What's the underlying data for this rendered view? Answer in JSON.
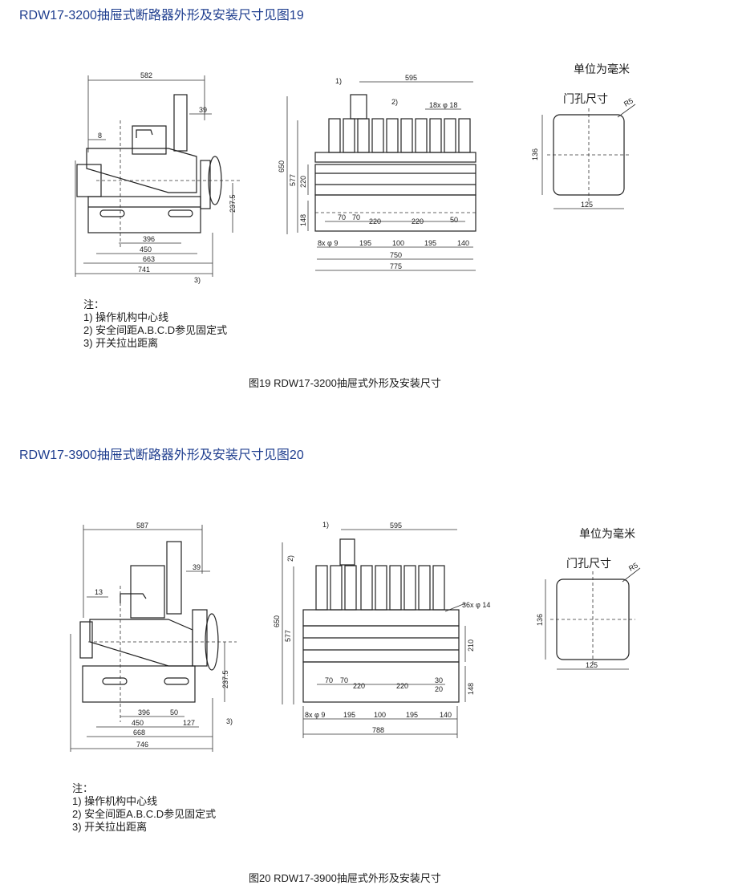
{
  "section1": {
    "title": "RDW17-3200抽屉式断路器外形及安装尺寸见图19",
    "unit": "单位为毫米",
    "door_label": "门孔尺寸",
    "notes": [
      "注：",
      "1) 操作机构中心线",
      "2) 安全间距A.B.C.D参见固定式",
      "3) 开关拉出距离"
    ],
    "caption": "图19  RDW17-3200抽屉式外形及安装尺寸",
    "side_dims": [
      "582",
      "39",
      "8",
      "237.5",
      "396",
      "450",
      "663",
      "741",
      "3)"
    ],
    "front_dims": [
      "1)",
      "595",
      "2)",
      "18x φ 18",
      "650",
      "577",
      "220",
      "148",
      "70",
      "70",
      "220",
      "220",
      "50",
      "8x φ 9",
      "195",
      "100",
      "195",
      "140",
      "750",
      "775"
    ],
    "door_dims": [
      "R5",
      "136",
      "125"
    ]
  },
  "section2": {
    "title": "RDW17-3900抽屉式断路器外形及安装尺寸见图20",
    "unit": "单位为毫米",
    "door_label": "门孔尺寸",
    "notes": [
      "注：",
      "1) 操作机构中心线",
      "2) 安全间距A.B.C.D参见固定式",
      "3) 开关拉出距离"
    ],
    "caption": "图20  RDW17-3900抽屉式外形及安装尺寸",
    "side_dims": [
      "587",
      "39",
      "13",
      "237.5",
      "396",
      "50",
      "450",
      "127",
      "668",
      "746",
      "3)"
    ],
    "front_dims": [
      "1)",
      "595",
      "2)",
      "36x φ 14",
      "650",
      "577",
      "210",
      "148",
      "70",
      "70",
      "220",
      "220",
      "30",
      "20",
      "8x φ 9",
      "195",
      "100",
      "195",
      "140",
      "788"
    ],
    "door_dims": [
      "R5",
      "136",
      "125"
    ]
  }
}
